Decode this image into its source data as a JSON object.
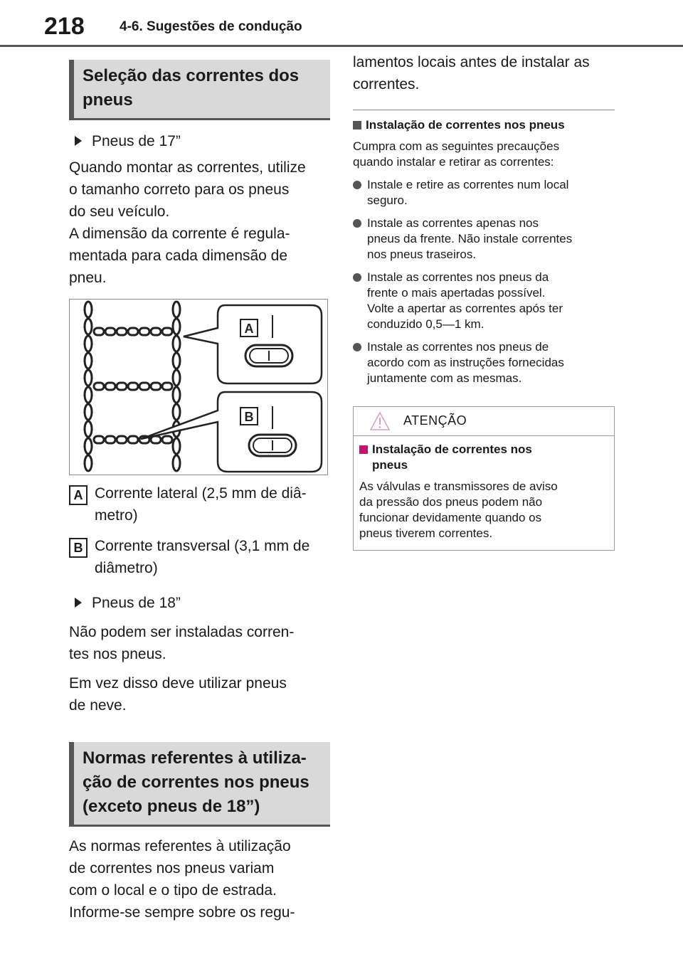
{
  "header": {
    "page_number": "218",
    "section": "4-6. Sugestões de condução"
  },
  "left": {
    "heading1": {
      "line1": "Seleção das correntes dos",
      "line2": "pneus"
    },
    "item_17": "Pneus de 17”",
    "para1": [
      "Quando montar as correntes, utilize",
      "o tamanho correto para os pneus",
      "do seu veículo.",
      "A dimensão da corrente é regula-",
      "mentada para cada dimensão de",
      "pneu."
    ],
    "figure": {
      "label_a": "A",
      "label_b": "B"
    },
    "legend": [
      {
        "key": "A",
        "line1": "Corrente lateral (2,5 mm de diâ-",
        "line2": "metro)"
      },
      {
        "key": "B",
        "line1": "Corrente transversal (3,1 mm de",
        "line2": "diâmetro)"
      }
    ],
    "item_18": "Pneus de 18”",
    "para2": [
      "Não podem ser instaladas corren-",
      "tes nos pneus."
    ],
    "para3": [
      "Em vez disso deve utilizar pneus",
      "de neve."
    ],
    "heading2": {
      "line1": "Normas referentes à utiliza-",
      "line2": "ção de correntes nos pneus",
      "line3": "(exceto pneus de 18”)"
    },
    "para4": [
      "As normas referentes à utilização",
      "de correntes nos pneus variam",
      "com o local e o tipo de estrada.",
      "Informe-se sempre sobre os regu-"
    ]
  },
  "right": {
    "cont": [
      "lamentos locais antes de instalar as",
      "correntes."
    ],
    "subhead": "Instalação de correntes nos pneus",
    "intro": [
      "Cumpra com as seguintes precauções",
      "quando instalar e retirar as correntes:"
    ],
    "bullets": [
      [
        "Instale e retire as correntes num local",
        "seguro."
      ],
      [
        "Instale as correntes apenas nos",
        "pneus da frente. Não instale correntes",
        "nos pneus traseiros."
      ],
      [
        "Instale as correntes nos pneus da",
        "frente o mais apertadas possível.",
        "Volte a apertar as correntes após ter",
        "conduzido 0,5—1 km."
      ],
      [
        "Instale as correntes nos pneus de",
        "acordo com as instruções fornecidas",
        "juntamente com as mesmas."
      ]
    ],
    "warning": {
      "title": "ATENÇÃO",
      "subhead": [
        "Instalação de correntes nos",
        "pneus"
      ],
      "text": [
        "As válvulas e transmissores de aviso",
        "da pressão dos pneus podem não",
        "funcionar devidamente quando os",
        "pneus tiverem correntes."
      ]
    }
  }
}
